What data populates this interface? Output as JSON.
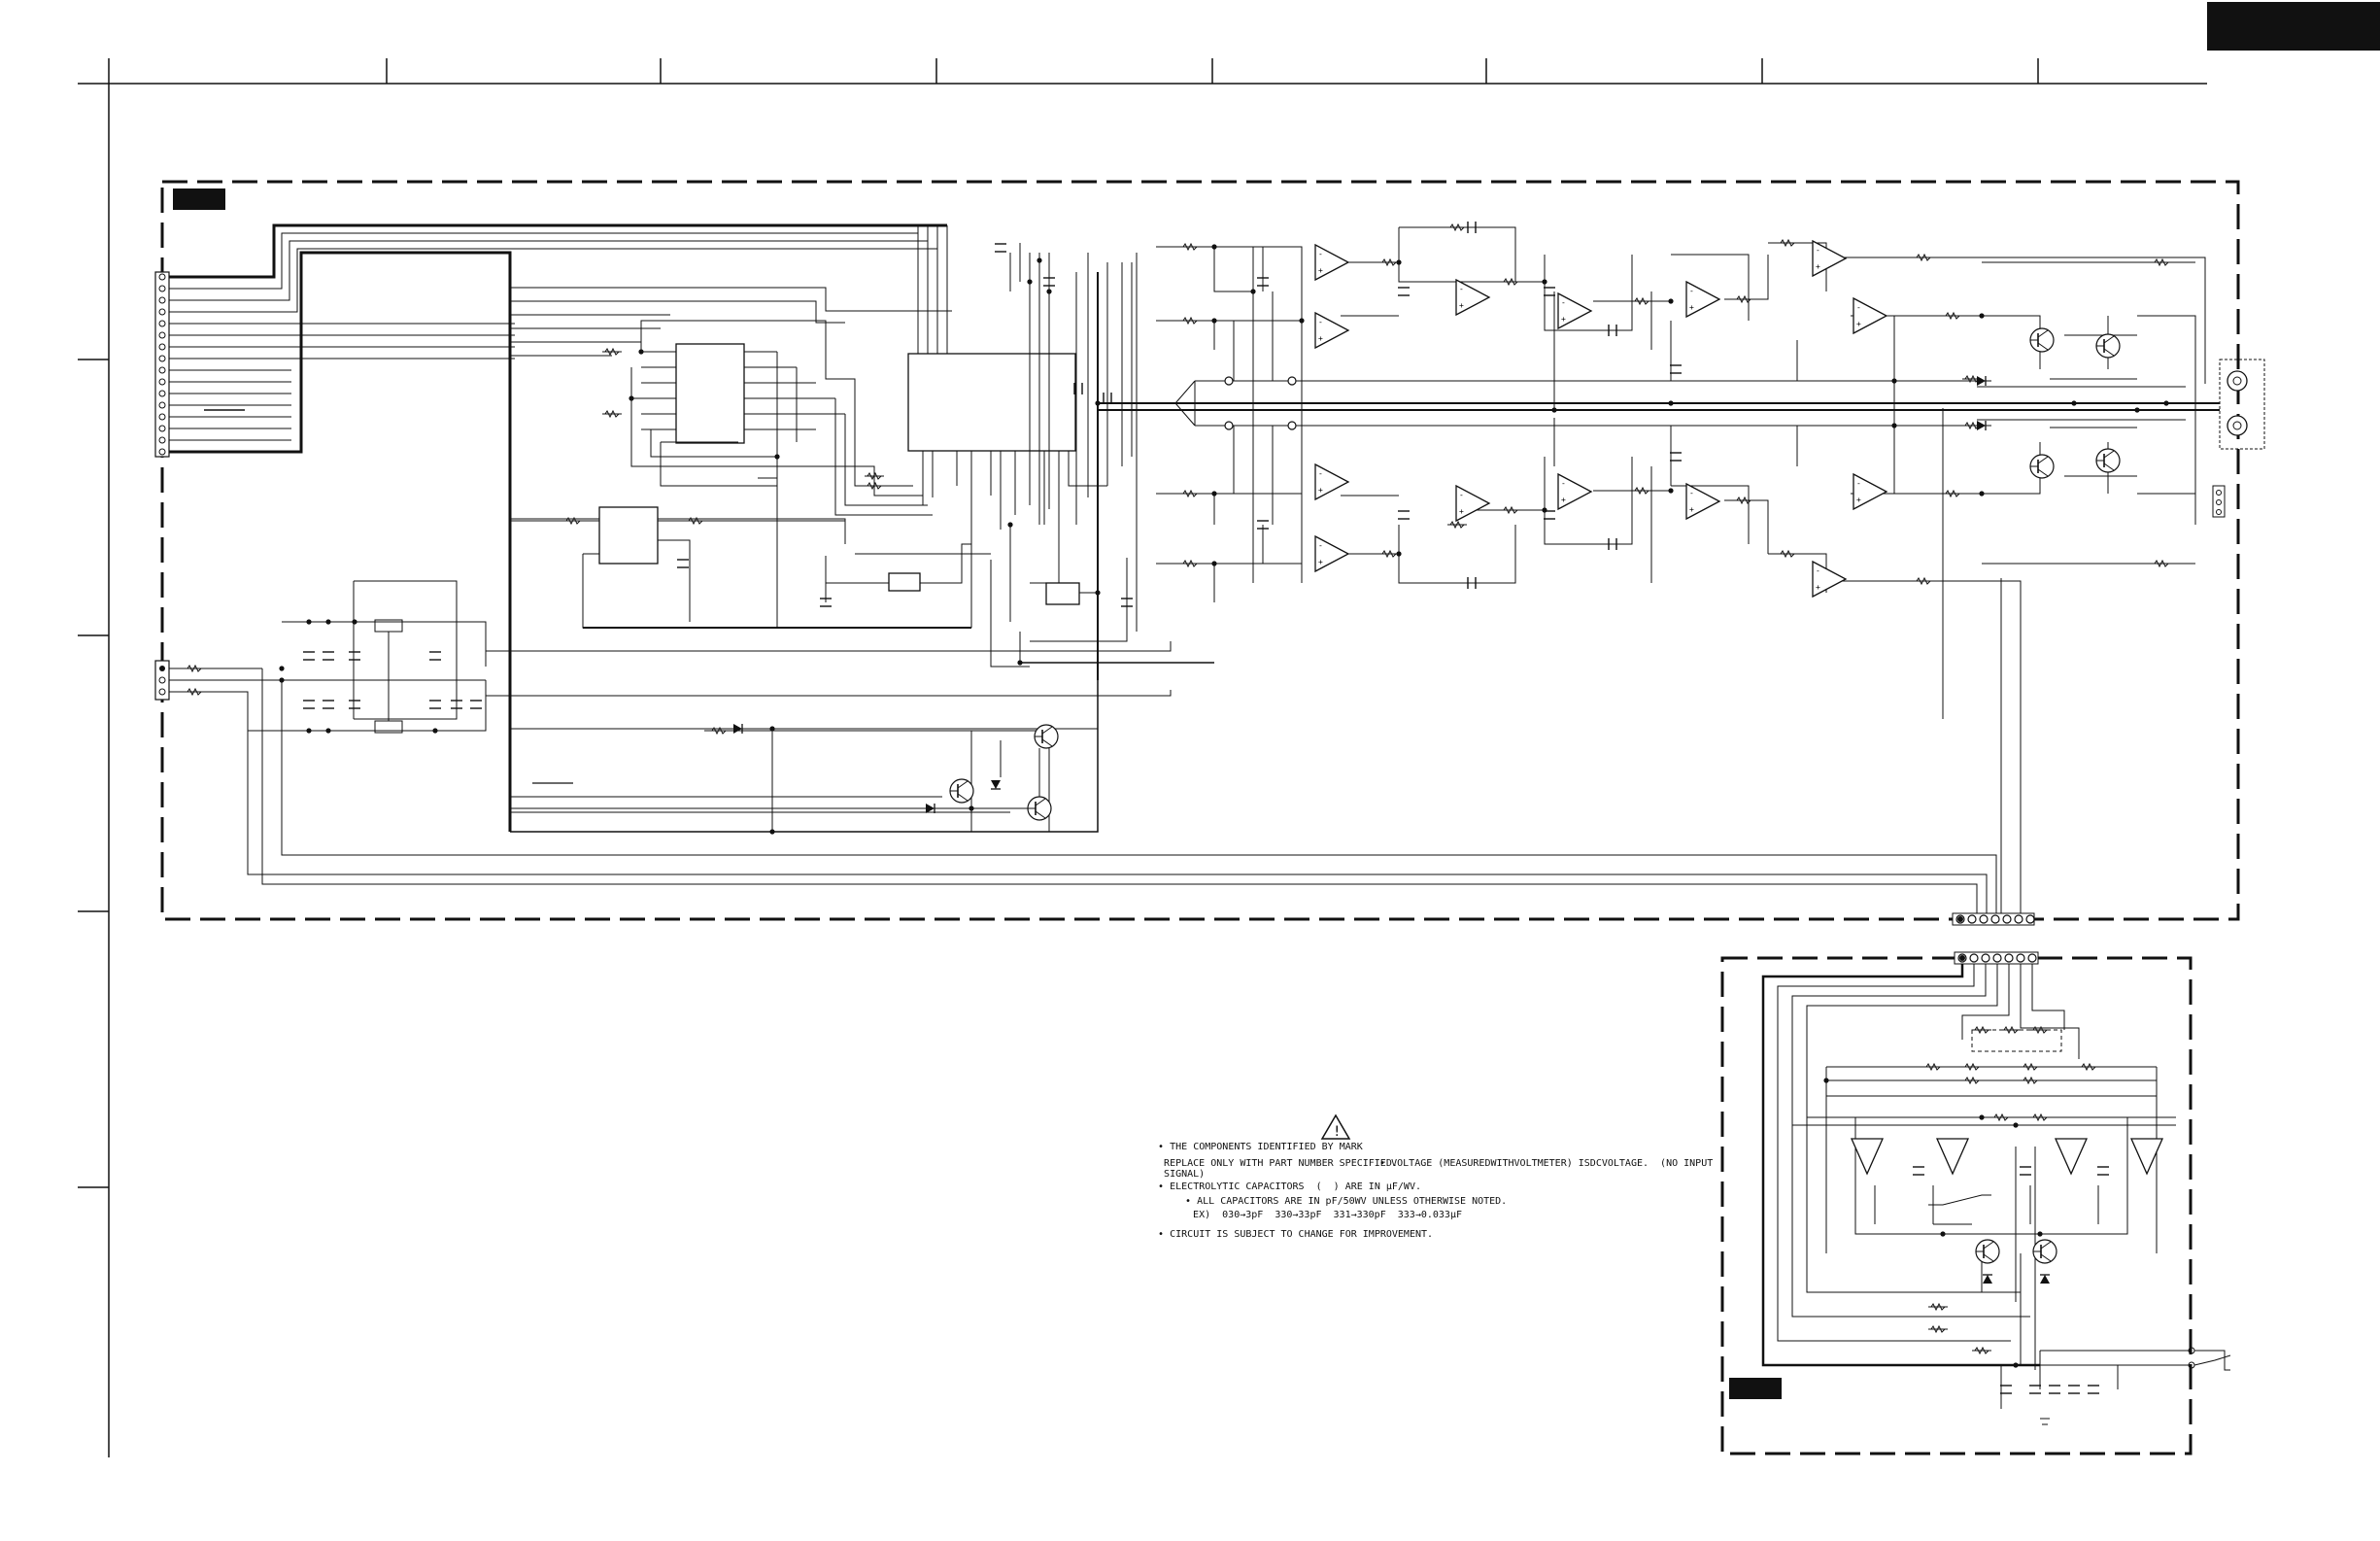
{
  "diagram": {
    "kind": "circuit-schematic",
    "colors": {
      "line": "#111111",
      "background": "#ffffff",
      "tag": "#111111"
    },
    "notes": {
      "warning_mark": "!",
      "line1": "THE COMPONENTS IDENTIFIED BY MARK",
      "line2": "REPLACE ONLY WITH PART NUMBER SPECIFIED.",
      "line2b": "SIGNAL)",
      "line3": "VOLTAGE (MEASUREDWITHVOLTMETER) ISDCVOLTAGE.  (NO INPUT",
      "line4": "ELECTROLYTIC CAPACITORS  (  ) ARE IN μF/WV.",
      "line5": "ALL CAPACITORS ARE IN pF/50WV UNLESS OTHERWISE NOTED.",
      "line6": "EX)  030→3pF  330→33pF  331→330pF  333→0.033μF",
      "line7": "CIRCUIT IS SUBJECT TO CHANGE FOR IMPROVEMENT.",
      "bullet": "•"
    },
    "component_icons": [
      "resistor-icon",
      "capacitor-icon",
      "op-amp-icon",
      "transistor-icon",
      "diode-icon",
      "ic-chip-icon",
      "connector-icon",
      "warning-triangle-icon"
    ]
  }
}
